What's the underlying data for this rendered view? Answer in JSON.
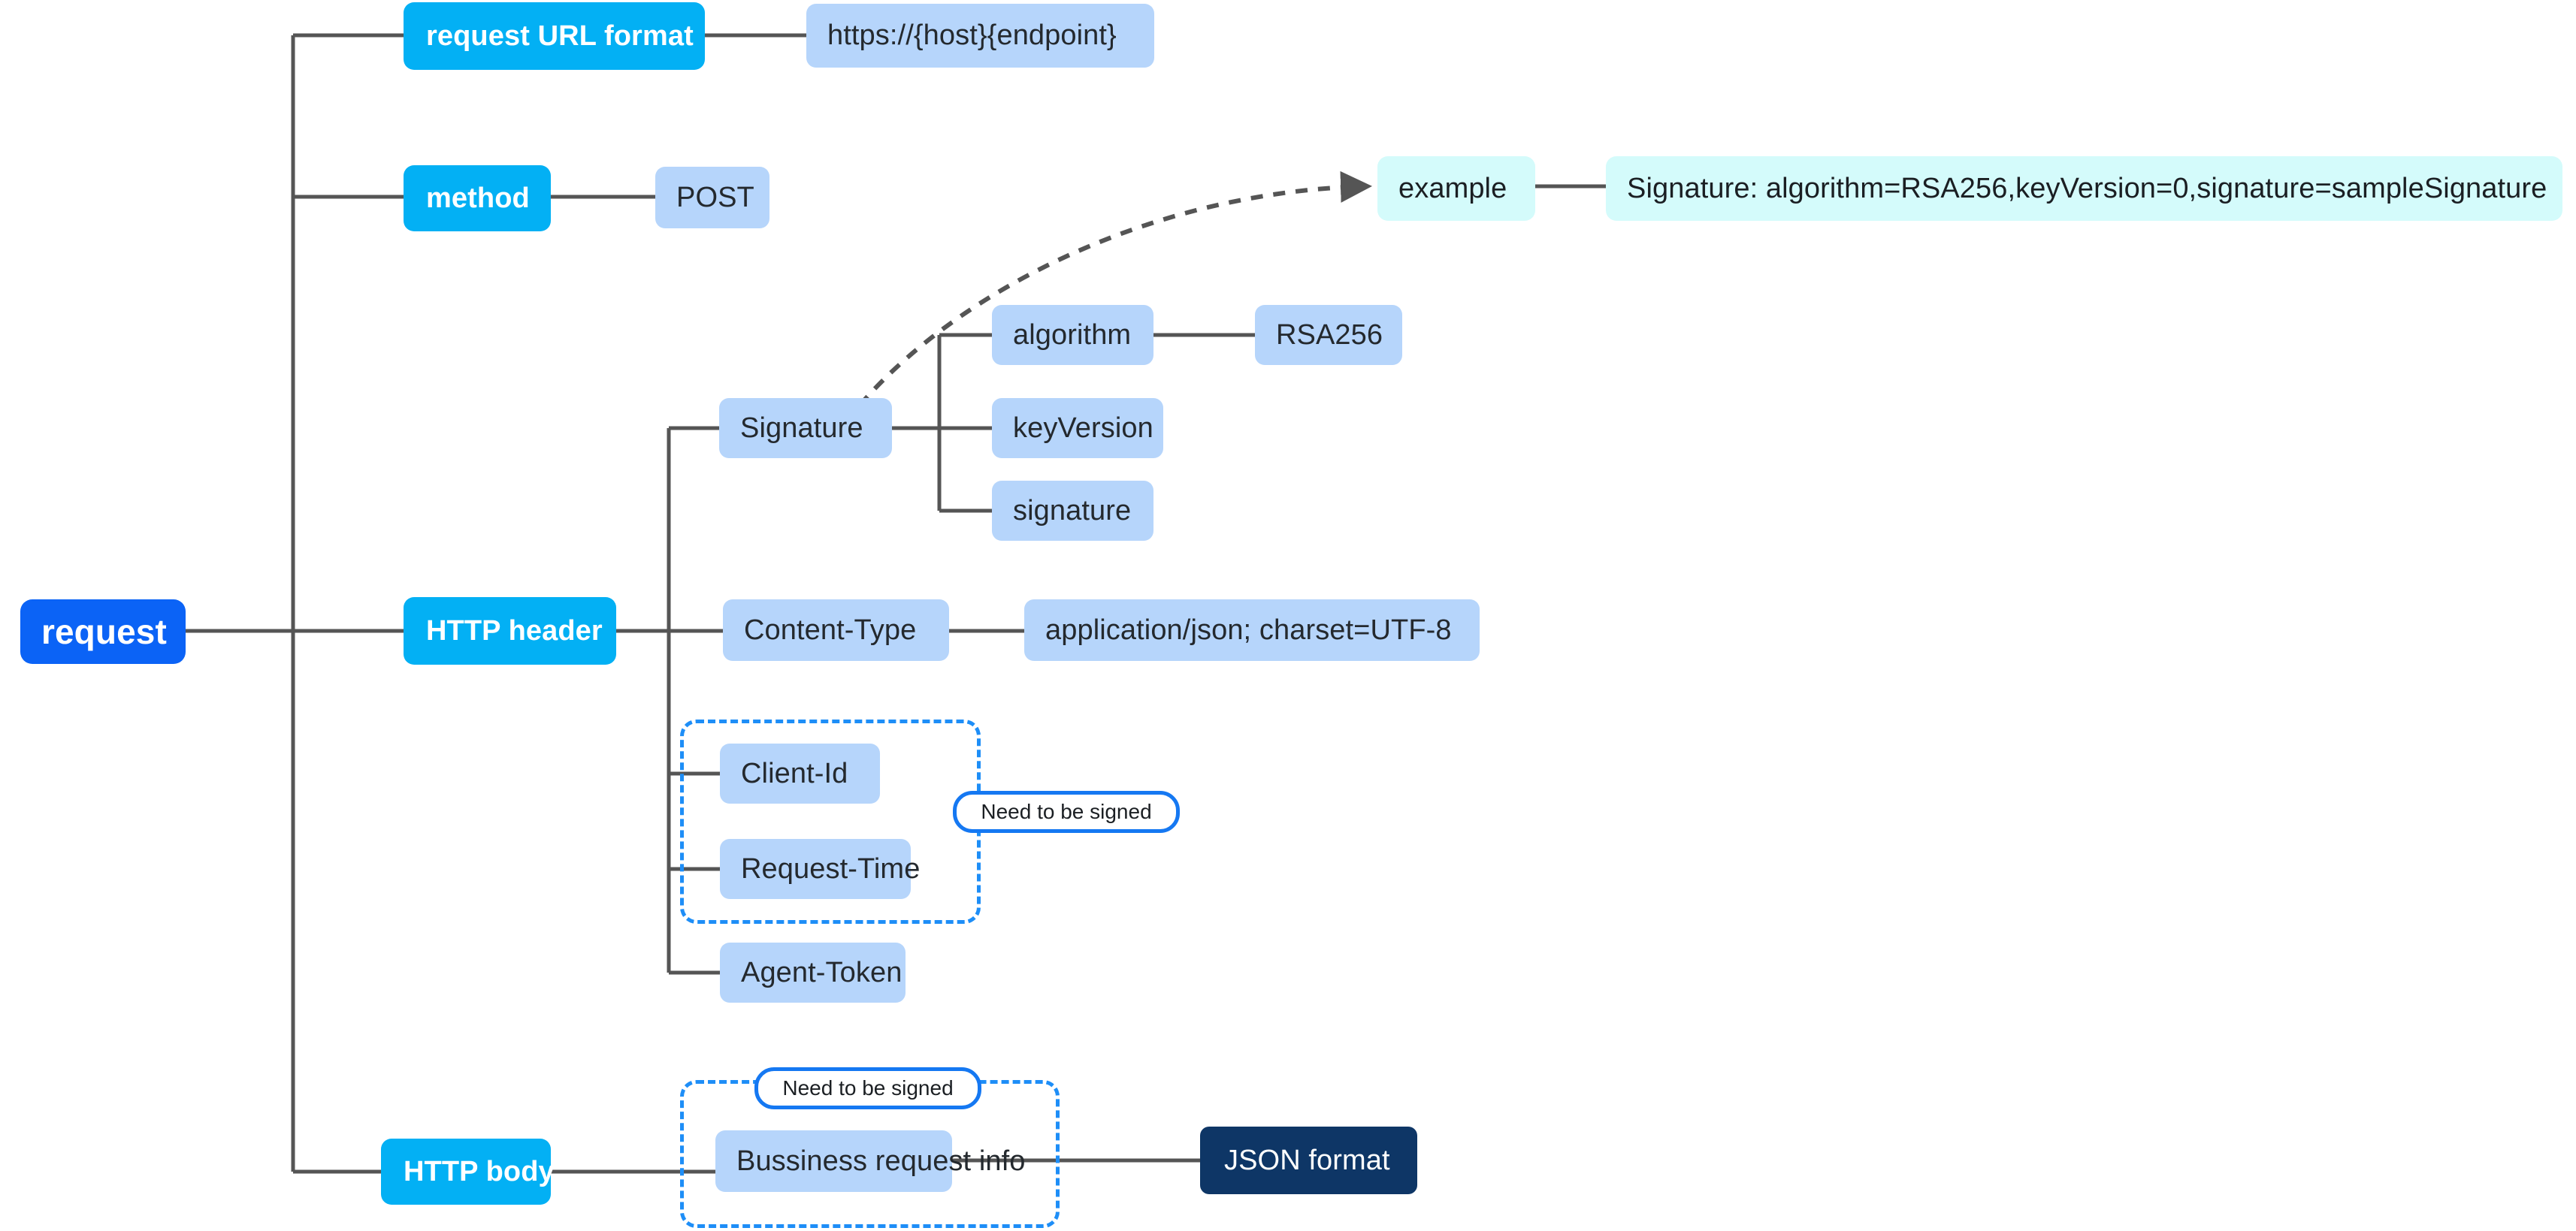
{
  "diagram": {
    "title": "request",
    "type": "mindmap",
    "colors": {
      "root": "#0b63f6",
      "level1": "#03b0f4",
      "level2": "#b6d5fb",
      "cyan": "#d4fbfb",
      "navy": "#0e3666",
      "edge": "#555555",
      "annotation_border": "#1578f2",
      "group_border": "#1e8ef7"
    },
    "root": {
      "label": "request"
    },
    "branches": [
      {
        "label": "request URL format",
        "children": [
          {
            "label": "https://{host}{endpoint}"
          }
        ]
      },
      {
        "label": "method",
        "children": [
          {
            "label": "POST"
          }
        ]
      },
      {
        "label": "HTTP header",
        "children": [
          {
            "label": "Signature",
            "children": [
              {
                "label": "algorithm",
                "children": [
                  {
                    "label": "RSA256"
                  }
                ]
              },
              {
                "label": "keyVersion"
              },
              {
                "label": "signature"
              }
            ]
          },
          {
            "label": "Content-Type",
            "children": [
              {
                "label": "application/json; charset=UTF-8"
              }
            ]
          },
          {
            "label": "Client-Id"
          },
          {
            "label": "Request-Time"
          },
          {
            "label": "Agent-Token"
          }
        ]
      },
      {
        "label": "HTTP body",
        "children": [
          {
            "label": "Bussiness request info",
            "children": [
              {
                "label": "JSON format"
              }
            ]
          }
        ]
      }
    ],
    "callout": {
      "label": "example",
      "value": "Signature: algorithm=RSA256,keyVersion=0,signature=sampleSignature"
    },
    "annotations": [
      {
        "label": "Need to be signed"
      },
      {
        "label": "Need to be signed"
      }
    ]
  }
}
